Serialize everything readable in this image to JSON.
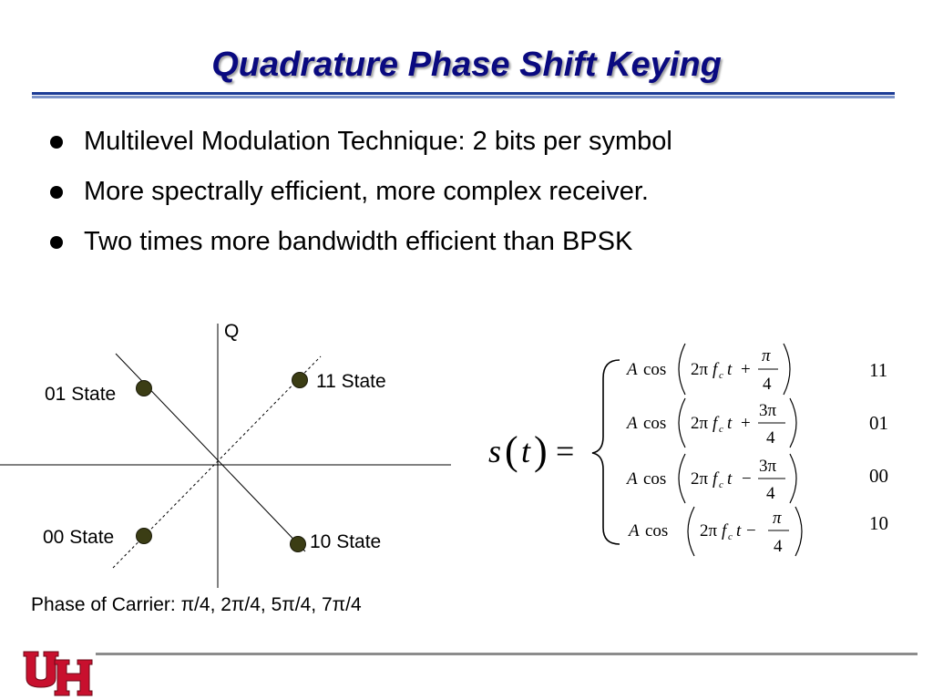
{
  "slide": {
    "title": "Quadrature Phase Shift Keying",
    "bullets": [
      "Multilevel Modulation Technique: 2 bits per symbol",
      "More spectrally efficient, more complex receiver.",
      "Two times more bandwidth efficient than BPSK"
    ]
  },
  "diagram": {
    "axis_label_q": "Q",
    "states": {
      "s11": "11 State",
      "s01": "01 State",
      "s00": "00 State",
      "s10": "10 State"
    },
    "caption": "Phase of Carrier: π/4, 2π/4, 5π/4, 7π/4",
    "point_color": "#3b3d14"
  },
  "equation": {
    "lhs_s": "s",
    "lhs_t": "t",
    "equals": "=",
    "amplitude": "A",
    "cos": "cos",
    "two_pi": "2π",
    "f": "f",
    "f_sub": "c",
    "t": "t",
    "plus": "+",
    "minus": "−",
    "pi": "π",
    "three_pi": "3π",
    "denominator": "4",
    "codes": [
      "11",
      "01",
      "00",
      "10"
    ]
  },
  "footer": {
    "logo_letters": "UH",
    "logo_color": "#c8102e"
  }
}
